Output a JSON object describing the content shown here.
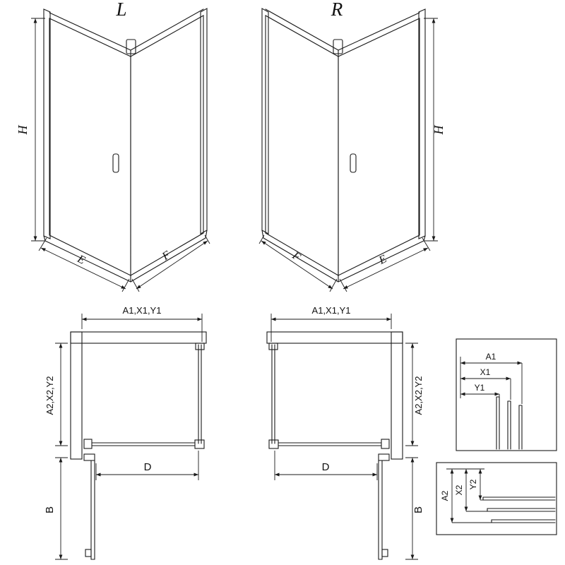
{
  "drawing": {
    "iso_left": {
      "label": "L",
      "dim_h": "H",
      "dim_e": "E",
      "dim_f": "F"
    },
    "iso_right": {
      "label": "R",
      "dim_h": "H",
      "dim_e": "E",
      "dim_f": "F"
    },
    "plan_left": {
      "dim_width": "A1,X1,Y1",
      "dim_depth": "A2,X2,Y2",
      "dim_d": "D",
      "dim_b": "B"
    },
    "plan_right": {
      "dim_width": "A1,X1,Y1",
      "dim_depth": "A2,X2,Y2",
      "dim_d": "D",
      "dim_b": "B"
    },
    "detail_top": {
      "dim_a1": "A1",
      "dim_x1": "X1",
      "dim_y1": "Y1"
    },
    "detail_bottom": {
      "dim_a2": "A2",
      "dim_x2": "X2",
      "dim_y2": "Y2"
    },
    "colors": {
      "line": "#1a1a1a",
      "glass": "#f3f4f6",
      "hatch": "#707070"
    }
  }
}
